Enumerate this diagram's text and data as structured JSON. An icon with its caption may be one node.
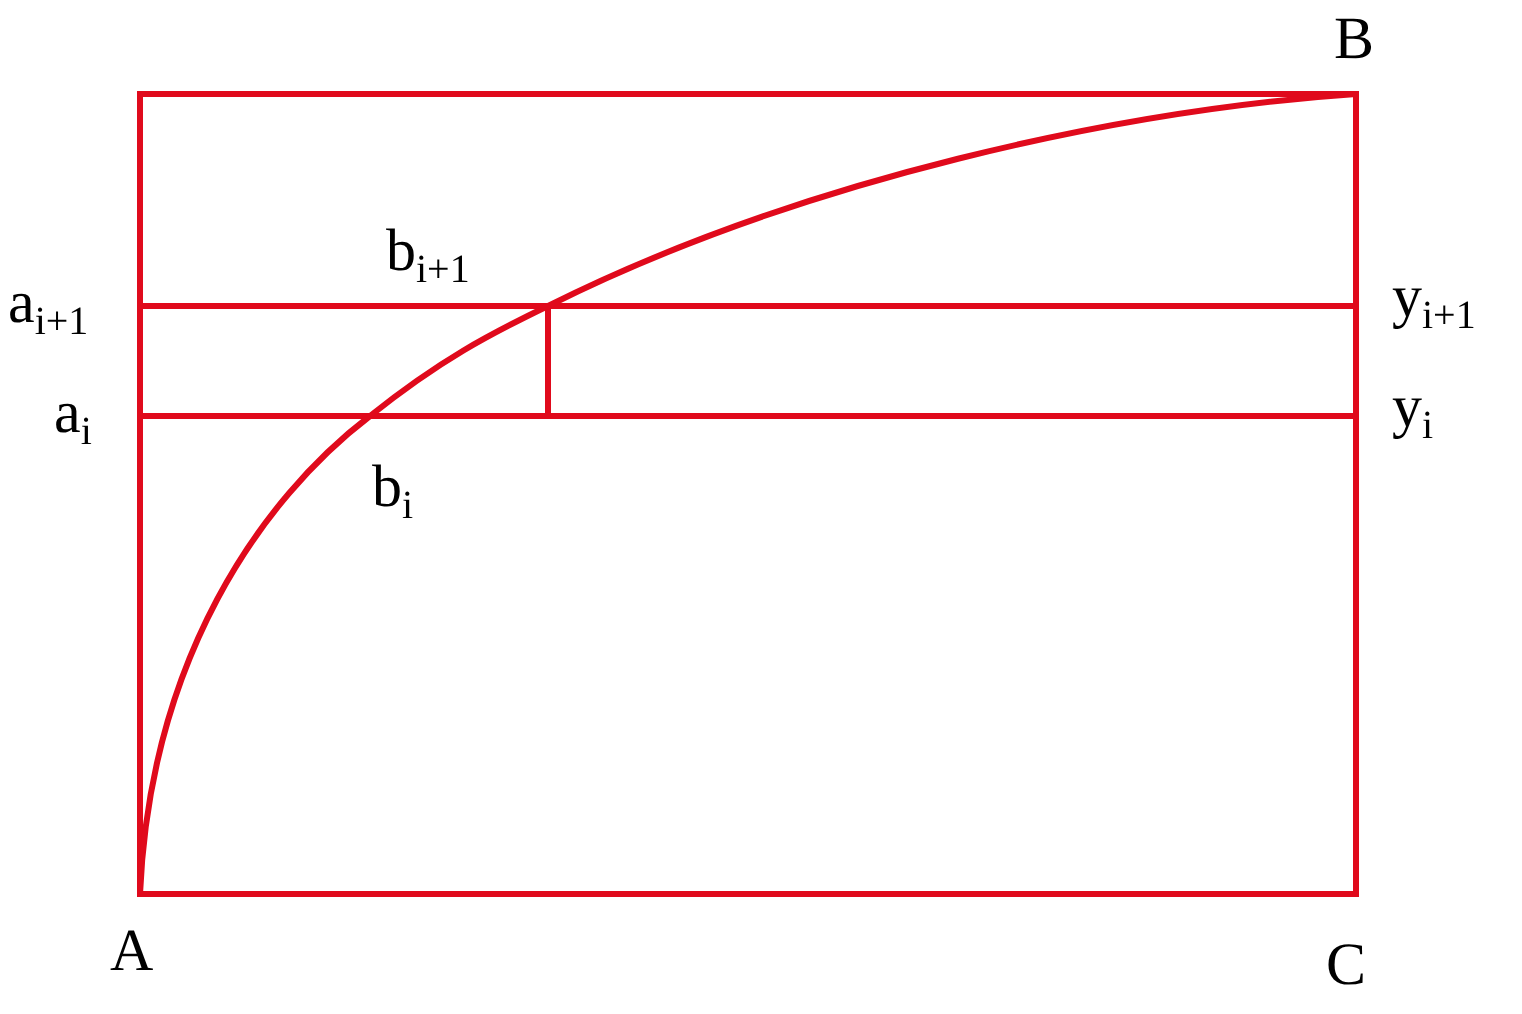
{
  "diagram": {
    "labels": [
      "B",
      "b$_{i+1}$",
      "a$_{i+1}$",
      "y$_{i+1}$",
      "a$_{i}$",
      "y$_{i}$",
      "b$_{i}$",
      "A",
      "C"
    ]
  }
}
